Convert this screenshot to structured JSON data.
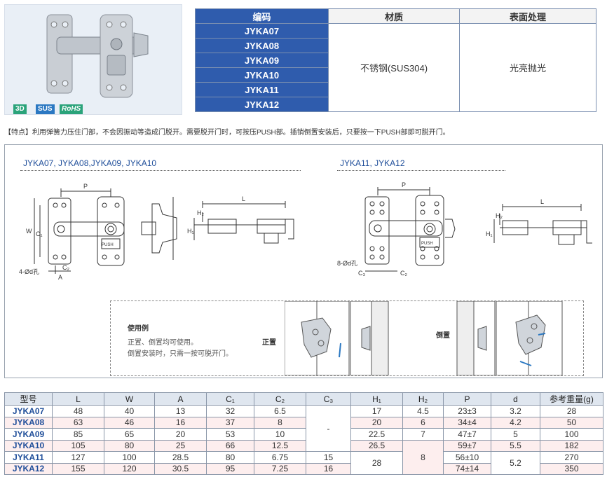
{
  "badges": {
    "b3d": "3D",
    "sus": "SUS",
    "rohs": "RoHS"
  },
  "spec": {
    "headers": {
      "code": "编码",
      "material": "材质",
      "surface": "表面处理"
    },
    "codes": [
      "JYKA07",
      "JYKA08",
      "JYKA09",
      "JYKA10",
      "JYKA11",
      "JYKA12"
    ],
    "material": "不锈钢(SUS304)",
    "surface": "光亮抛光"
  },
  "feature": "【特点】利用弹簧力压住门部，不会因振动等造成门脱开。需要脱开门时，可按压PUSH部。插销倒置安装后，只要按一下PUSH部即可脱开门。",
  "diagram": {
    "left_title": "JYKA07, JYKA08,JYKA09, JYKA10",
    "right_title": "JYKA11, JYKA12",
    "left_labels": {
      "p": "P",
      "w": "W",
      "c1": "C₁",
      "holes": "4-Ød孔",
      "c2": "C₂",
      "a": "A",
      "l": "L",
      "h1": "H₁",
      "h2": "H₂",
      "push": "PUSH"
    },
    "right_labels": {
      "p": "P",
      "holes": "8-Ød孔",
      "c3": "C₃",
      "c2": "C₂",
      "l": "L",
      "h1": "H₁",
      "h2": "H₂",
      "push": "PUSH"
    },
    "usage": {
      "title": "使用例",
      "line1": "正置、倒置均可使用。",
      "line2": "倒置安装时，只需一按可脱开门。",
      "upright": "正置",
      "inverted": "倒置"
    }
  },
  "dims": {
    "headers": [
      "型号",
      "L",
      "W",
      "A",
      "C₁",
      "C₂",
      "C₃",
      "H₁",
      "H₂",
      "P",
      "d",
      "参考重量(g)"
    ],
    "rows": [
      {
        "model": "JYKA07",
        "L": "48",
        "W": "40",
        "A": "13",
        "C1": "32",
        "C2": "6.5",
        "H1": "17",
        "H2": "4.5",
        "P": "23±3",
        "d": "3.2",
        "wt": "28"
      },
      {
        "model": "JYKA08",
        "L": "63",
        "W": "46",
        "A": "16",
        "C1": "37",
        "C2": "8",
        "H1": "20",
        "H2": "6",
        "P": "34±4",
        "d": "4.2",
        "wt": "50"
      },
      {
        "model": "JYKA09",
        "L": "85",
        "W": "65",
        "A": "20",
        "C1": "53",
        "C2": "10",
        "H1": "22.5",
        "H2": "7",
        "P": "47±7",
        "d": "5",
        "wt": "100"
      },
      {
        "model": "JYKA10",
        "L": "105",
        "W": "80",
        "A": "25",
        "C1": "66",
        "C2": "12.5",
        "H1": "26.5",
        "P": "59±7",
        "d": "5.5",
        "wt": "182"
      },
      {
        "model": "JYKA11",
        "L": "127",
        "W": "100",
        "A": "28.5",
        "C1": "80",
        "C2": "6.75",
        "C3": "15",
        "P": "56±10",
        "wt": "270"
      },
      {
        "model": "JYKA12",
        "L": "155",
        "W": "120",
        "A": "30.5",
        "C1": "95",
        "C2": "7.25",
        "C3": "16",
        "P": "74±14",
        "wt": "350"
      }
    ],
    "c3_shared": "-",
    "h1_shared": "28",
    "h2_shared": "8",
    "d_shared": "5.2"
  }
}
